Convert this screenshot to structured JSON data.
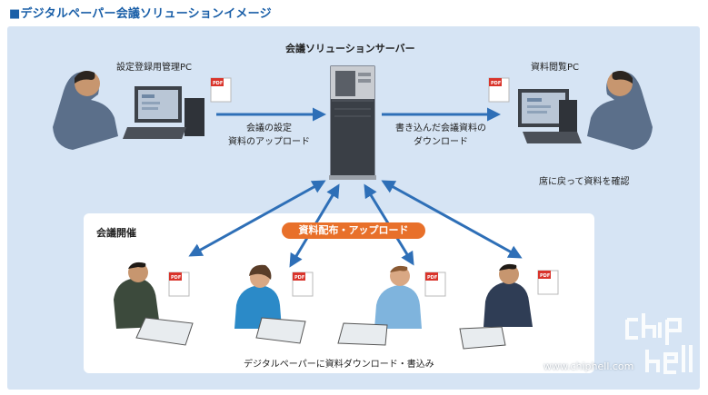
{
  "page_title": "■デジタルペーパー会議ソリューションイメージ",
  "server": {
    "label": "会議ソリューションサーバー"
  },
  "admin_pc": {
    "label": "設定登録用管理PC"
  },
  "viewer_pc": {
    "label": "資料閲覧PC",
    "caption": "席に戻って資料を確認"
  },
  "upload_arrow": {
    "line1": "会議の設定",
    "line2": "資料のアップロード"
  },
  "download_arrow": {
    "line1": "書き込んだ会議資料の",
    "line2": "ダウンロード"
  },
  "meeting": {
    "title": "会議開催",
    "badge": "資料配布・アップロード",
    "caption": "デジタルペーパーに資料ダウンロード・書込み"
  },
  "pdf_icon_text": "PDF",
  "watermark": {
    "site": "www.chiphell.com",
    "logo_text": "chip hell"
  },
  "colors": {
    "title": "#1a5fa8",
    "panel": "#d6e4f4",
    "arrow": "#2e6fb7",
    "badge": "#e8702a",
    "pdf": "#d9342b"
  }
}
